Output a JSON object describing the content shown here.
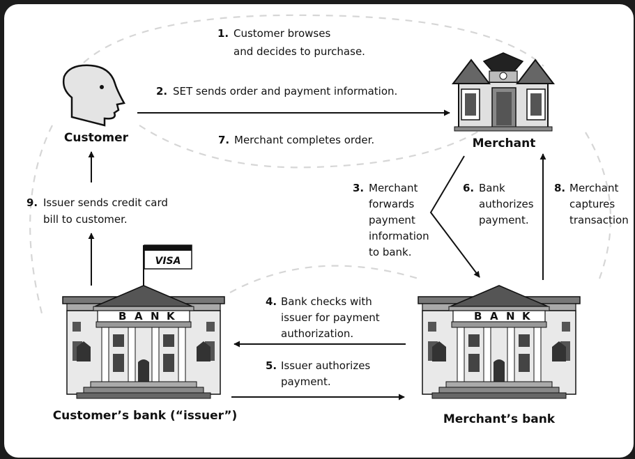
{
  "nodes": {
    "customer": "Customer",
    "merchant": "Merchant",
    "customer_bank": "Customer’s bank (“issuer”)",
    "merchant_bank": "Merchant’s bank"
  },
  "bank_sign": [
    "B",
    "A",
    "N",
    "K"
  ],
  "flag_text": "VISA",
  "steps": [
    {
      "num": "1.",
      "lines": [
        "Customer browses",
        "and decides to purchase."
      ]
    },
    {
      "num": "2.",
      "lines": [
        "SET sends order and payment information."
      ]
    },
    {
      "num": "3.",
      "lines": [
        "Merchant",
        "forwards",
        "payment",
        "information",
        "to bank."
      ]
    },
    {
      "num": "4.",
      "lines": [
        "Bank checks with",
        "issuer for payment",
        "authorization."
      ]
    },
    {
      "num": "5.",
      "lines": [
        "Issuer authorizes",
        "payment."
      ]
    },
    {
      "num": "6.",
      "lines": [
        "Bank",
        "authorizes",
        "payment."
      ]
    },
    {
      "num": "7.",
      "lines": [
        "Merchant completes order."
      ]
    },
    {
      "num": "8.",
      "lines": [
        "Merchant",
        "captures",
        "transaction"
      ]
    },
    {
      "num": "9.",
      "lines": [
        "Issuer sends credit card",
        "bill to customer."
      ]
    }
  ]
}
